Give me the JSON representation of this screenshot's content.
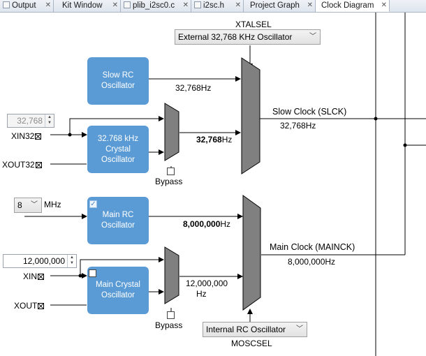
{
  "tabs": [
    {
      "label": "Output",
      "icon": "output-icon"
    },
    {
      "label": "Kit Window",
      "icon": ""
    },
    {
      "label": "plib_i2sc0.c",
      "icon": "c-file-icon"
    },
    {
      "label": "i2sc.h",
      "icon": "h-file-icon"
    },
    {
      "label": "Project Graph",
      "icon": ""
    },
    {
      "label": "Clock Diagram",
      "icon": ""
    }
  ],
  "diagram": {
    "xtalsel": {
      "label": "XTALSEL",
      "value": "External 32,768 KHz Oscillator"
    },
    "slow_rc": {
      "label": "Slow RC\nOscillator",
      "freq": "32,768Hz"
    },
    "crystal32": {
      "label": "32.768 kHz\nCrystal\nOscillator",
      "freq": "32,768",
      "freq_unit": "Hz",
      "spin_value": "32,768"
    },
    "pins": {
      "xin32": "XIN32",
      "xout32": "XOUT32",
      "xin": "XIN",
      "xout": "XOUT"
    },
    "bypass_label": "Bypass",
    "slow_clock": {
      "label": "Slow Clock (SLCK)",
      "freq": "32,768Hz"
    },
    "main_rc": {
      "label": "Main RC\nOscillator",
      "freq": "8,000,000",
      "freq_unit": "Hz",
      "mhz_value": "8",
      "mhz_unit": "MHz"
    },
    "main_crystal": {
      "label": "Main Crystal\nOscillator",
      "freq_line1": "12,000,000",
      "freq_line2": "Hz",
      "spin_value": "12,000,000"
    },
    "main_clock": {
      "label": "Main Clock (MAINCK)",
      "freq": "8,000,000Hz"
    },
    "moscsel": {
      "label": "MOSCSEL",
      "value": "Internal RC Oscillator"
    },
    "colors": {
      "block": "#5b9bd5",
      "mux": "#808080"
    }
  }
}
